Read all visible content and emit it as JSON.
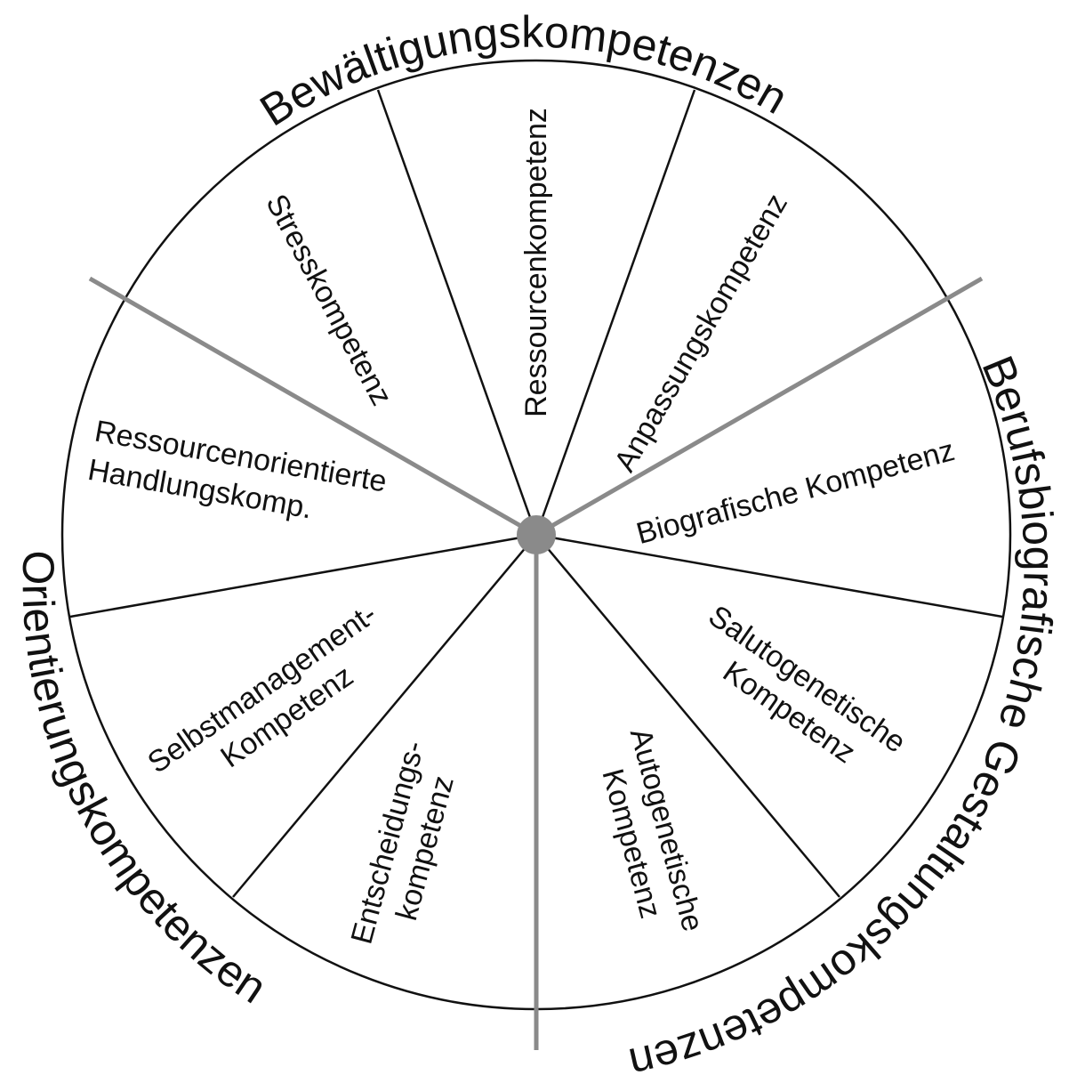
{
  "groups": [
    {
      "id": "bewaeltigung",
      "label": "Bewältigungskompetenzen"
    },
    {
      "id": "gestaltung",
      "label": "Berufsbiografische Gestaltungskompetenzen"
    },
    {
      "id": "orientierung",
      "label": "Orientierungskompetenzen"
    }
  ],
  "segments": {
    "ressourcenkompetenz": "Ressourcenkompetenz",
    "anpassungskompetenz": "Anpassungskompetenz",
    "biografische": "Biografische Kompetenz",
    "salutogenetische": [
      "Salutogenetische",
      "Kompetenz"
    ],
    "autogenetische": [
      "Autogenetische",
      "Kompetenz"
    ],
    "entscheidungs": [
      "Entscheidungs-",
      "kompetenz"
    ],
    "selbstmanagement": [
      "Selbstmanagement-",
      "Kompetenz"
    ],
    "ressourcenorientierte": [
      "Ressourcenorientierte",
      "Handlungskomp."
    ],
    "stresskompetenz": "Stresskompetenz"
  },
  "colors": {
    "outline": "#111111",
    "group_divider": "#8a8a8a",
    "hub": "#8a8a8a"
  }
}
